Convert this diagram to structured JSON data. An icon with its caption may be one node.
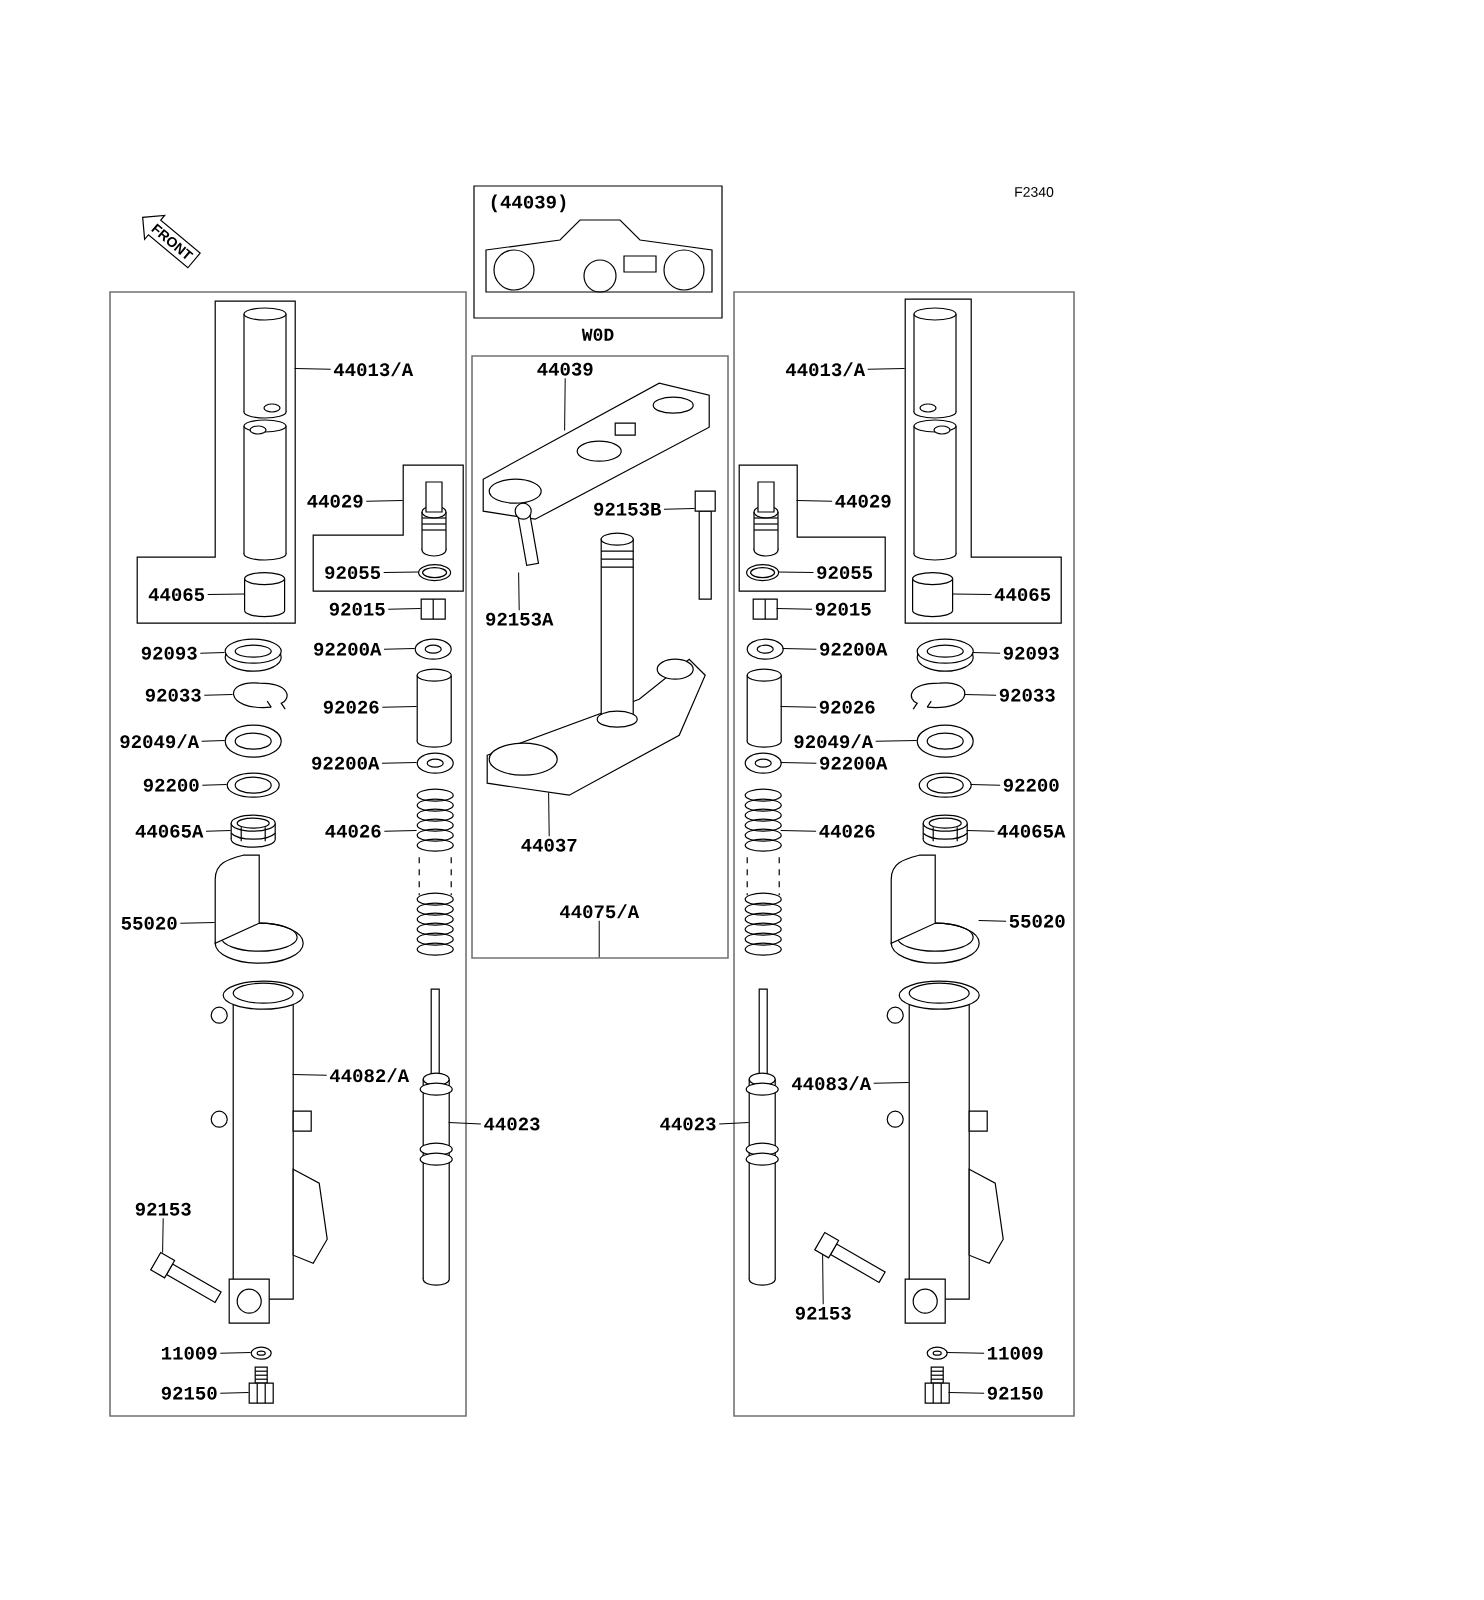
{
  "diagram": {
    "nodes": [
      {
        "text": [
          "(44039)"
        ],
        "beside": [
          "W0D"
        ]
      },
      {
        "text": [],
        "shape": "box"
      },
      {
        "text": [],
        "shape": "box",
        "in": 1
      },
      {
        "text": [
          "44013/A"
        ],
        "in": 1
      },
      {
        "text": [
          "44065"
        ],
        "in": 2
      },
      {
        "text": [],
        "shape": "box",
        "in": 1
      },
      {
        "text": [
          "44029"
        ],
        "in": 1
      },
      {
        "text": [
          "92055"
        ],
        "in": 5
      },
      {
        "text": [
          "92015"
        ],
        "in": 1
      },
      {
        "text": [
          "92093"
        ],
        "in": 1
      },
      {
        "text": [
          "92200A"
        ],
        "in": 1
      },
      {
        "text": [
          "92033"
        ],
        "in": 1
      },
      {
        "text": [
          "92026"
        ],
        "in": 1
      },
      {
        "text": [
          "92049/A"
        ],
        "in": 1
      },
      {
        "text": [
          "92200A"
        ],
        "in": 1
      },
      {
        "text": [
          "92200"
        ],
        "in": 1
      },
      {
        "text": [
          "44065A"
        ],
        "in": 1
      },
      {
        "text": [
          "44026"
        ],
        "in": 1
      },
      {
        "text": [
          "55020"
        ],
        "in": 1
      },
      {
        "text": [
          "44082/A"
        ],
        "in": 1
      },
      {
        "text": [
          "92153"
        ],
        "in": 1
      },
      {
        "text": [
          "11009"
        ],
        "in": 1
      },
      {
        "text": [
          "92150"
        ],
        "in": 1
      },
      {
        "text": [],
        "shape": "box"
      },
      {
        "text": [
          "44039"
        ],
        "in": 23
      },
      {
        "text": [
          "92153B"
        ],
        "in": 23
      },
      {
        "text": [
          "92153A"
        ],
        "in": 23
      },
      {
        "text": [
          "44037"
        ],
        "in": 23
      },
      {
        "text": [
          "44075/A"
        ],
        "in": 23
      },
      {
        "text": [
          "44023"
        ]
      },
      {
        "text": [
          "44023"
        ]
      },
      {
        "text": [],
        "shape": "box"
      },
      {
        "text": [],
        "shape": "box",
        "in": 31
      },
      {
        "text": [
          "44013/A"
        ],
        "in": 31
      },
      {
        "text": [
          "44065"
        ],
        "in": 32
      },
      {
        "text": [],
        "shape": "box",
        "in": 31
      },
      {
        "text": [
          "44029"
        ],
        "in": 31
      },
      {
        "text": [
          "92055"
        ],
        "in": 35
      },
      {
        "text": [
          "92015"
        ],
        "in": 31
      },
      {
        "text": [
          "92093"
        ],
        "in": 31
      },
      {
        "text": [
          "92200A"
        ],
        "in": 31
      },
      {
        "text": [
          "92026"
        ],
        "in": 31
      },
      {
        "text": [
          "92033"
        ],
        "in": 31
      },
      {
        "text": [
          "92049/A"
        ],
        "in": 31
      },
      {
        "text": [
          "92200A"
        ],
        "in": 31
      },
      {
        "text": [
          "92200"
        ],
        "in": 31
      },
      {
        "text": [
          "44026"
        ],
        "in": 31
      },
      {
        "text": [
          "44065A"
        ],
        "in": 31
      },
      {
        "text": [
          "55020"
        ],
        "in": 31
      },
      {
        "text": [
          "44083/A"
        ],
        "in": 31
      },
      {
        "text": [
          "92153"
        ],
        "in": 31
      },
      {
        "text": [
          "11009"
        ],
        "in": 31
      },
      {
        "text": [
          "92150"
        ],
        "in": 31
      },
      {
        "text": [],
        "shape": "picture",
        "in": 2
      },
      {
        "text": [],
        "shape": "picture",
        "in": 5
      },
      {
        "text": [],
        "shape": "picture",
        "in": 1
      },
      {
        "text": [],
        "shape": "picture",
        "in": 1
      },
      {
        "text": [],
        "shape": "picture",
        "in": 1
      },
      {
        "text": [],
        "shape": "picture",
        "in": 1
      },
      {
        "text": [],
        "shape": "picture",
        "in": 1
      },
      {
        "text": [],
        "shape": "picture",
        "in": 1
      },
      {
        "text": [],
        "shape": "picture",
        "in": 1
      },
      {
        "text": [],
        "shape": "picture",
        "in": 1
      },
      {
        "text": [],
        "shape": "picture",
        "in": 1
      },
      {
        "text": [],
        "shape": "picture",
        "in": 1
      },
      {
        "text": [],
        "shape": "picture",
        "in": 1
      },
      {
        "text": [],
        "shape": "picture",
        "in": 1
      },
      {
        "text": [],
        "shape": "picture",
        "in": 1
      },
      {
        "text": [],
        "shape": "picture",
        "in": 1
      },
      {
        "text": [],
        "shape": "picture",
        "in": 1
      },
      {
        "text": [],
        "shape": "picture",
        "in": 23
      },
      {
        "text": [],
        "shape": "picture",
        "in": 23
      },
      {
        "text": [],
        "shape": "picture",
        "in": 23
      },
      {
        "text": [],
        "shape": "picture",
        "in": 23
      },
      {
        "text": [],
        "shape": "picture",
        "in": 1
      },
      {
        "text": [],
        "shape": "picture",
        "in": 31
      },
      {
        "text": [],
        "shape": "picture",
        "in": 32
      },
      {
        "text": [],
        "shape": "picture",
        "in": 35
      },
      {
        "text": [],
        "shape": "picture",
        "in": 31
      },
      {
        "text": [],
        "shape": "picture",
        "in": 31
      },
      {
        "text": [],
        "shape": "picture",
        "in": 31
      },
      {
        "text": [],
        "shape": "picture",
        "in": 31
      },
      {
        "text": [],
        "shape": "picture",
        "in": 31
      },
      {
        "text": [],
        "shape": "picture",
        "in": 31
      },
      {
        "text": [],
        "shape": "picture",
        "in": 31
      },
      {
        "text": [],
        "shape": "picture",
        "in": 31
      },
      {
        "text": [],
        "shape": "picture",
        "in": 31
      },
      {
        "text": [],
        "shape": "picture",
        "in": 31
      },
      {
        "text": [],
        "shape": "picture",
        "in": 31
      },
      {
        "text": [],
        "shape": "picture",
        "in": 31
      },
      {
        "text": [],
        "shape": "picture",
        "in": 31
      },
      {
        "text": [],
        "shape": "picture",
        "in": 31
      },
      {
        "text": [],
        "shape": "picture",
        "in": 31
      }
    ],
    "edges": [
      {
        "from": 3,
        "to": 2,
        "arrow": "none"
      },
      {
        "from": 4,
        "to": 53,
        "arrow": "none"
      },
      {
        "from": 6,
        "to": 5,
        "arrow": "none"
      },
      {
        "from": 7,
        "to": 54,
        "arrow": "none"
      },
      {
        "from": 8,
        "to": 55,
        "arrow": "none"
      },
      {
        "from": 9,
        "to": 56,
        "arrow": "none"
      },
      {
        "from": 10,
        "to": 57,
        "arrow": "none"
      },
      {
        "from": 11,
        "to": 58,
        "arrow": "none"
      },
      {
        "from": 12,
        "to": 59,
        "arrow": "none"
      },
      {
        "from": 13,
        "to": 60,
        "arrow": "none"
      },
      {
        "from": 14,
        "to": 61,
        "arrow": "none"
      },
      {
        "from": 15,
        "to": 62,
        "arrow": "none"
      },
      {
        "from": 16,
        "to": 63,
        "arrow": "none"
      },
      {
        "from": 17,
        "to": 64,
        "arrow": "none"
      },
      {
        "from": 18,
        "to": 65,
        "arrow": "none"
      },
      {
        "from": 19,
        "to": 66,
        "arrow": "none"
      },
      {
        "from": 20,
        "to": 67,
        "arrow": "none"
      },
      {
        "from": 21,
        "to": 68,
        "arrow": "none"
      },
      {
        "from": 22,
        "to": 69,
        "arrow": "none"
      },
      {
        "from": 24,
        "to": 70,
        "arrow": "none"
      },
      {
        "from": 25,
        "to": 71,
        "arrow": "none"
      },
      {
        "from": 26,
        "to": 72,
        "arrow": "none"
      },
      {
        "from": 27,
        "to": 73,
        "arrow": "none"
      },
      {
        "from": 28,
        "to": 23,
        "arrow": "none"
      },
      {
        "from": 29,
        "to": 74,
        "arrow": "none"
      },
      {
        "from": 30,
        "to": 75,
        "arrow": "none"
      },
      {
        "from": 33,
        "to": 32,
        "arrow": "none"
      },
      {
        "from": 34,
        "to": 76,
        "arrow": "none"
      },
      {
        "from": 36,
        "to": 35,
        "arrow": "none"
      },
      {
        "from": 37,
        "to": 77,
        "arrow": "none"
      },
      {
        "from": 38,
        "to": 78,
        "arrow": "none"
      },
      {
        "from": 39,
        "to": 79,
        "arrow": "none"
      },
      {
        "from": 40,
        "to": 80,
        "arrow": "none"
      },
      {
        "from": 41,
        "to": 81,
        "arrow": "none"
      },
      {
        "from": 42,
        "to": 82,
        "arrow": "none"
      },
      {
        "from": 43,
        "to": 83,
        "arrow": "none"
      },
      {
        "from": 44,
        "to": 84,
        "arrow": "none"
      },
      {
        "from": 45,
        "to": 85,
        "arrow": "none"
      },
      {
        "from": 46,
        "to": 86,
        "arrow": "none"
      },
      {
        "from": 47,
        "to": 87,
        "arrow": "none"
      },
      {
        "from": 48,
        "to": 88,
        "arrow": "none"
      },
      {
        "from": 49,
        "to": 89,
        "arrow": "none"
      },
      {
        "from": 50,
        "to": 90,
        "arrow": "none"
      },
      {
        "from": 51,
        "to": 91,
        "arrow": "none"
      },
      {
        "from": 52,
        "to": 92,
        "arrow": "none"
      }
    ],
    "labels": [
      "F2340",
      "FRONT"
    ]
  }
}
